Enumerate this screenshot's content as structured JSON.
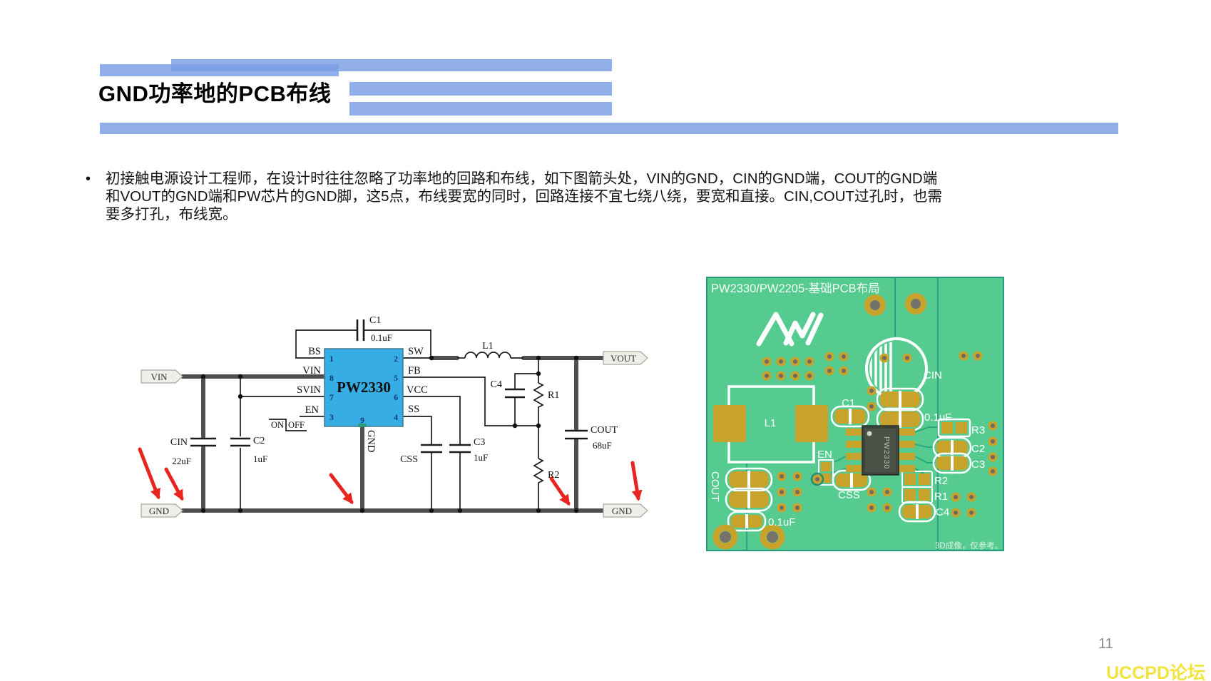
{
  "slide": {
    "title": "GND功率地的PCB布线",
    "page_number": "11",
    "watermark": "UCCPD论坛"
  },
  "body": {
    "bullet": "•",
    "lines": [
      "初接触电源设计工程师，在设计时往往忽略了功率地的回路和布线，如下图箭头处，VIN的GND，CIN的GND端，COUT的GND端",
      "和VOUT的GND端和PW芯片的GND脚，这5点，布线要宽的同时，回路连接不宜七绕八绕，要宽和直接。CIN,COUT过孔时，也需",
      "要多打孔，布线宽。"
    ]
  },
  "schematic": {
    "chip_name": "PW2330",
    "ports": {
      "vin": "VIN",
      "gnd_left": "GND",
      "vout": "VOUT",
      "gnd_right": "GND"
    },
    "pins": {
      "bs": {
        "num": "1",
        "label": "BS"
      },
      "vin": {
        "num": "8",
        "label": "VIN"
      },
      "svin": {
        "num": "7",
        "label": "SVIN"
      },
      "en": {
        "num": "3",
        "label": "EN"
      },
      "sw": {
        "num": "2",
        "label": "SW"
      },
      "fb": {
        "num": "5",
        "label": "FB"
      },
      "vcc": {
        "num": "6",
        "label": "VCC"
      },
      "ss": {
        "num": "4",
        "label": "SS"
      },
      "gnd": {
        "num": "9",
        "label": "GND"
      }
    },
    "enable": {
      "on": "ON",
      "off": "OFF"
    },
    "components": {
      "c1": "C1",
      "c1_value": "0.1uF",
      "cin": "CIN",
      "cin_value": "22uF",
      "c2": "C2",
      "c2_value": "1uF",
      "l1": "L1",
      "c4": "C4",
      "r1": "R1",
      "r2": "R2",
      "cout": "COUT",
      "cout_value": "68uF",
      "css": "CSS",
      "c3": "C3",
      "c3_value": "1uF"
    }
  },
  "pcb": {
    "title": "PW2330/PW2205-基础PCB布局",
    "note": "3D成像，仅参考。",
    "chip_label": "PW2330",
    "labels": {
      "l1": "L1",
      "c1": "C1",
      "cin": "CIN",
      "cin_value": "0.1uF",
      "r3": "R3",
      "c2": "C2",
      "c3": "C3",
      "en": "EN",
      "css": "CSS",
      "r2": "R2",
      "r1": "R1",
      "c4": "C4",
      "cout": "COUT",
      "cout_value": "0.1uF"
    }
  },
  "colors": {
    "accent_bar": "#8FB3EF",
    "board_green": "#55CB90",
    "pad_gold": "#C8A32B",
    "arrow_red": "#E8251F",
    "chip_blue": "#36ADE4",
    "watermark_yellow": "#F2E43F"
  }
}
